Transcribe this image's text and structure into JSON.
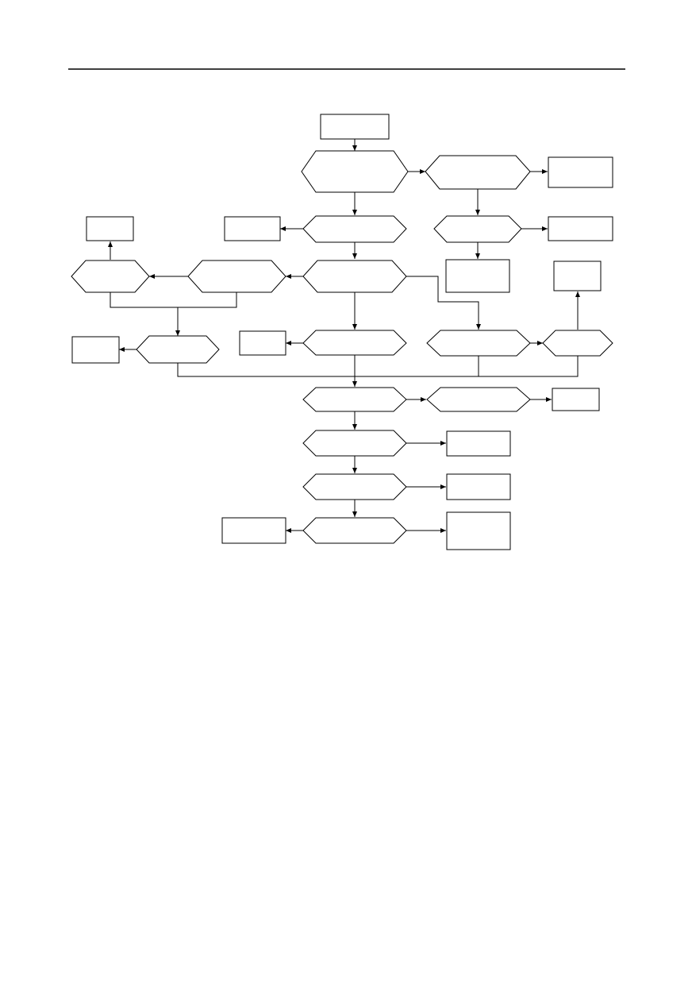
{
  "page": {
    "background": "#ffffff",
    "rule_color": "#000000"
  },
  "diagram": {
    "stroke_color": "#000000",
    "fill_color": "#ffffff",
    "nodes": [
      {
        "id": "n-start",
        "shape": "rect",
        "label": ""
      },
      {
        "id": "n-d1",
        "shape": "hexagon",
        "label": ""
      },
      {
        "id": "n-d1r",
        "shape": "hexagon",
        "label": ""
      },
      {
        "id": "n-b1r",
        "shape": "rect",
        "label": ""
      },
      {
        "id": "n-b2l",
        "shape": "rect",
        "label": ""
      },
      {
        "id": "n-d2",
        "shape": "hexagon",
        "label": ""
      },
      {
        "id": "n-d2r",
        "shape": "hexagon",
        "label": ""
      },
      {
        "id": "n-b2r",
        "shape": "rect",
        "label": ""
      },
      {
        "id": "n-b3r",
        "shape": "rect",
        "label": ""
      },
      {
        "id": "n-top-left",
        "shape": "rect",
        "label": ""
      },
      {
        "id": "n-dL1",
        "shape": "hexagon",
        "label": ""
      },
      {
        "id": "n-dL2",
        "shape": "hexagon",
        "label": ""
      },
      {
        "id": "n-d3",
        "shape": "hexagon",
        "label": ""
      },
      {
        "id": "n-right-tall",
        "shape": "rect",
        "label": ""
      },
      {
        "id": "n-b-left-lower",
        "shape": "rect",
        "label": ""
      },
      {
        "id": "n-dL3",
        "shape": "hexagon",
        "label": ""
      },
      {
        "id": "n-b4l",
        "shape": "rect",
        "label": ""
      },
      {
        "id": "n-d4",
        "shape": "hexagon",
        "label": ""
      },
      {
        "id": "n-d4r",
        "shape": "hexagon",
        "label": ""
      },
      {
        "id": "n-d4rr",
        "shape": "hexagon",
        "label": ""
      },
      {
        "id": "n-d5",
        "shape": "hexagon",
        "label": ""
      },
      {
        "id": "n-d5r",
        "shape": "hexagon",
        "label": ""
      },
      {
        "id": "n-b5r",
        "shape": "rect",
        "label": ""
      },
      {
        "id": "n-d6",
        "shape": "hexagon",
        "label": ""
      },
      {
        "id": "n-b6r",
        "shape": "rect",
        "label": ""
      },
      {
        "id": "n-d7",
        "shape": "hexagon",
        "label": ""
      },
      {
        "id": "n-b7r",
        "shape": "rect",
        "label": ""
      },
      {
        "id": "n-d8",
        "shape": "hexagon",
        "label": ""
      },
      {
        "id": "n-b8l",
        "shape": "rect",
        "label": ""
      },
      {
        "id": "n-b8r",
        "shape": "rect",
        "label": ""
      }
    ]
  }
}
